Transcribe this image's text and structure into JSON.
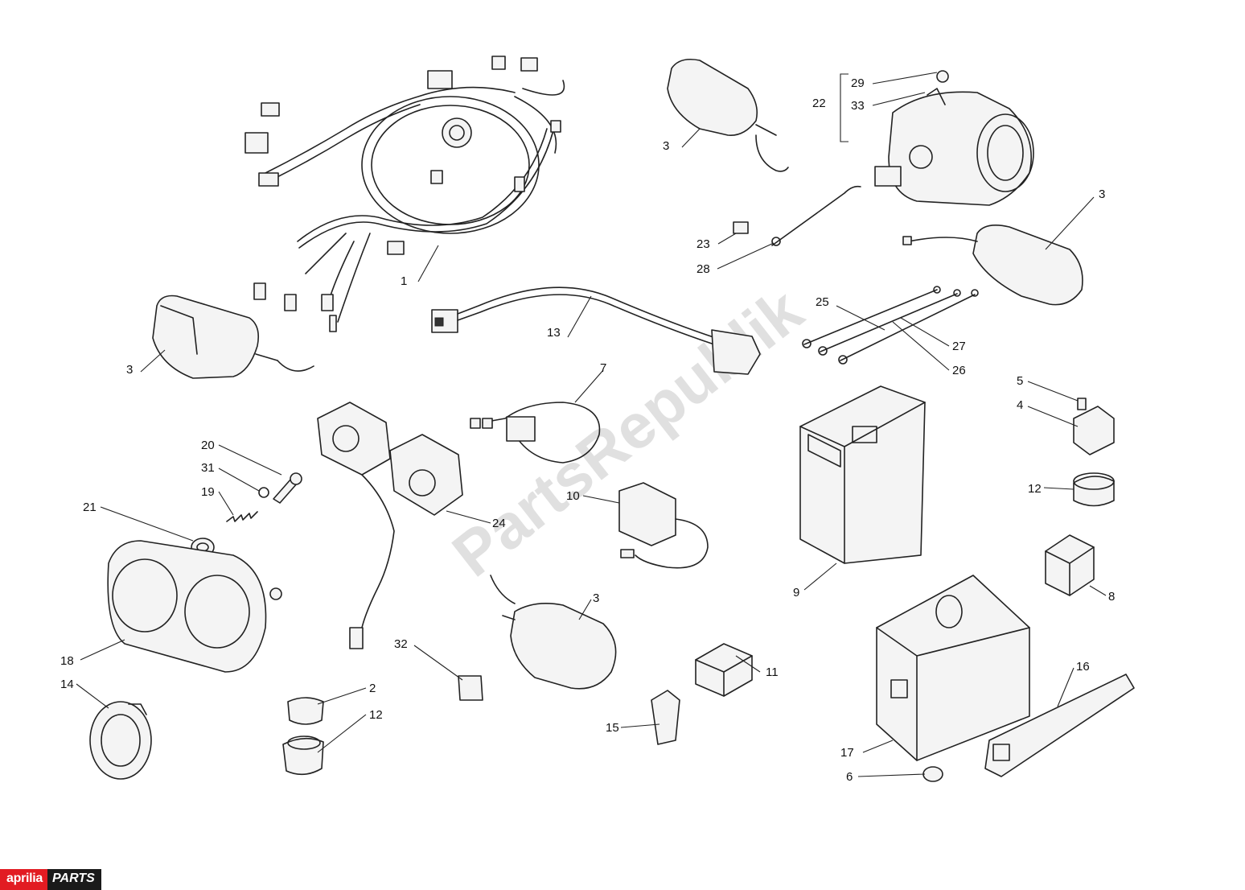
{
  "watermark": "PartsRepublik",
  "brand": {
    "left": "aprilia",
    "right": "PARTS"
  },
  "callouts": [
    {
      "id": "c1",
      "text": "1"
    },
    {
      "id": "c3a",
      "text": "3"
    },
    {
      "id": "c3b",
      "text": "3"
    },
    {
      "id": "c3c",
      "text": "3"
    },
    {
      "id": "c3d",
      "text": "3"
    },
    {
      "id": "c22",
      "text": "22"
    },
    {
      "id": "c29",
      "text": "29"
    },
    {
      "id": "c33",
      "text": "33"
    },
    {
      "id": "c23",
      "text": "23"
    },
    {
      "id": "c28",
      "text": "28"
    },
    {
      "id": "c13",
      "text": "13"
    },
    {
      "id": "c25",
      "text": "25"
    },
    {
      "id": "c27",
      "text": "27"
    },
    {
      "id": "c26",
      "text": "26"
    },
    {
      "id": "c7",
      "text": "7"
    },
    {
      "id": "c5",
      "text": "5"
    },
    {
      "id": "c4",
      "text": "4"
    },
    {
      "id": "c20",
      "text": "20"
    },
    {
      "id": "c31",
      "text": "31"
    },
    {
      "id": "c19",
      "text": "19"
    },
    {
      "id": "c21",
      "text": "21"
    },
    {
      "id": "c24",
      "text": "24"
    },
    {
      "id": "c10",
      "text": "10"
    },
    {
      "id": "c12a",
      "text": "12"
    },
    {
      "id": "c9",
      "text": "9"
    },
    {
      "id": "c8",
      "text": "8"
    },
    {
      "id": "c18",
      "text": "18"
    },
    {
      "id": "c14",
      "text": "14"
    },
    {
      "id": "c32",
      "text": "32"
    },
    {
      "id": "c2",
      "text": "2"
    },
    {
      "id": "c12b",
      "text": "12"
    },
    {
      "id": "c11",
      "text": "11"
    },
    {
      "id": "c15",
      "text": "15"
    },
    {
      "id": "c16",
      "text": "16"
    },
    {
      "id": "c17",
      "text": "17"
    },
    {
      "id": "c6",
      "text": "6"
    }
  ]
}
